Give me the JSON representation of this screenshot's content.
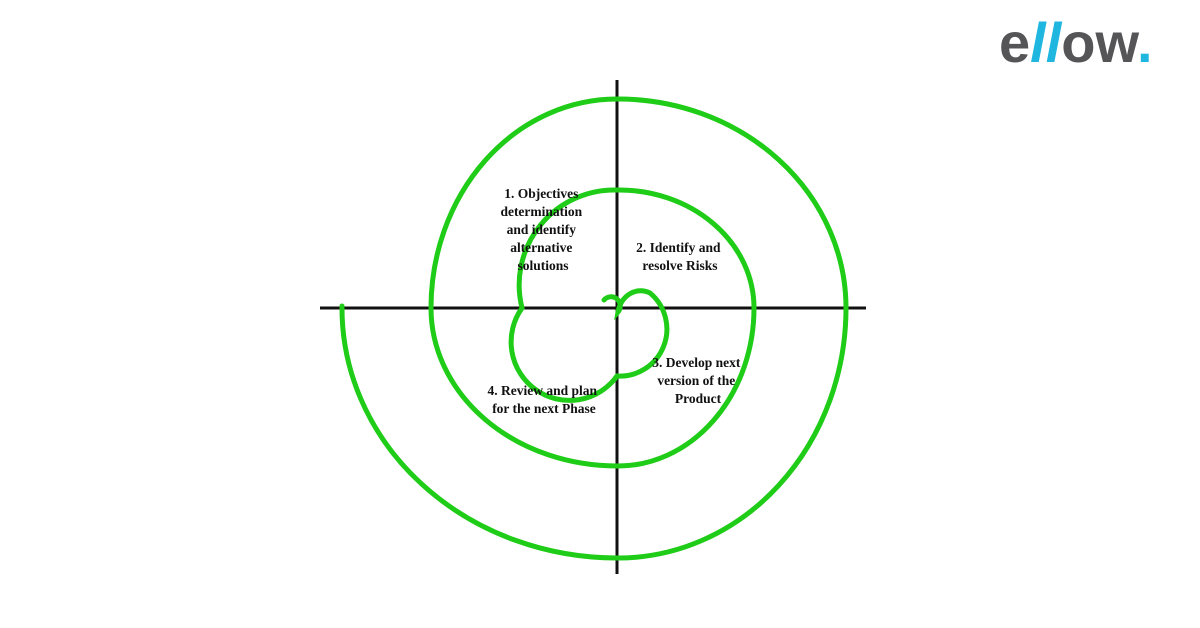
{
  "logo": {
    "text_parts": [
      "e",
      "ll",
      "ow",
      "."
    ],
    "text_color": "#555558",
    "accent_color": "#1fb6e0"
  },
  "diagram": {
    "spiral_color": "#1fcc17",
    "axis_color": "#111111",
    "quadrants": [
      {
        "name": "objectives",
        "lines": [
          "1. Objectives",
          "determination",
          "and identify",
          "alternative",
          "solutions"
        ]
      },
      {
        "name": "risks",
        "lines": [
          "2. Identify and",
          "resolve Risks"
        ]
      },
      {
        "name": "develop",
        "lines": [
          "3. Develop next",
          "version of the",
          "Product"
        ]
      },
      {
        "name": "review",
        "lines": [
          "4. Review and plan",
          "for the next Phase"
        ]
      }
    ]
  }
}
